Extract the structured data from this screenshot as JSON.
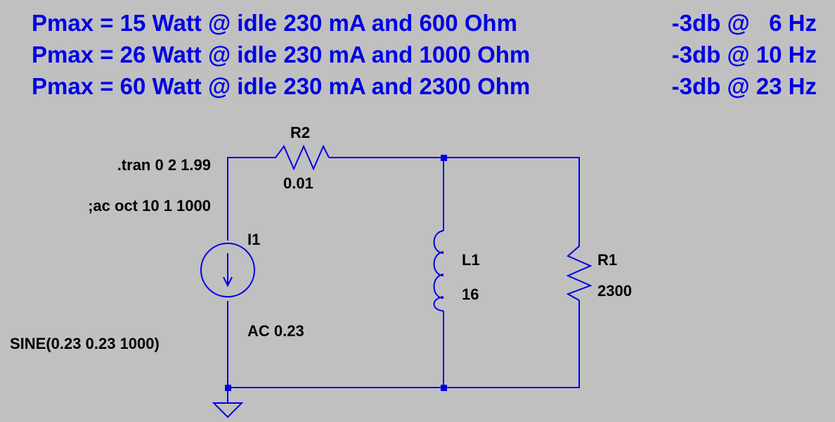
{
  "header": {
    "lines": [
      {
        "left": "Pmax = 15 Watt @ idle 230 mA and 600 Ohm",
        "right": "-3db @   6 Hz"
      },
      {
        "left": "Pmax = 26 Watt @ idle 230 mA and 1000 Ohm",
        "right": "-3db @ 10 Hz"
      },
      {
        "left": "Pmax = 60 Watt @ idle 230 mA and 2300 Ohm",
        "right": "-3db @ 23 Hz"
      }
    ]
  },
  "directives": {
    "tran": ".tran 0 2 1.99",
    "ac": ";ac oct 10 1 1000"
  },
  "components": {
    "r2": {
      "name": "R2",
      "value": "0.01"
    },
    "i1": {
      "name": "I1",
      "ac": "AC 0.23",
      "source": "SINE(0.23 0.23 1000)"
    },
    "l1": {
      "name": "L1",
      "value": "16"
    },
    "r1": {
      "name": "R1",
      "value": "2300"
    }
  },
  "colors": {
    "background": "#c0c0c0",
    "wire": "#0000e6",
    "header_text": "#0000e6",
    "label_text": "#000000"
  }
}
